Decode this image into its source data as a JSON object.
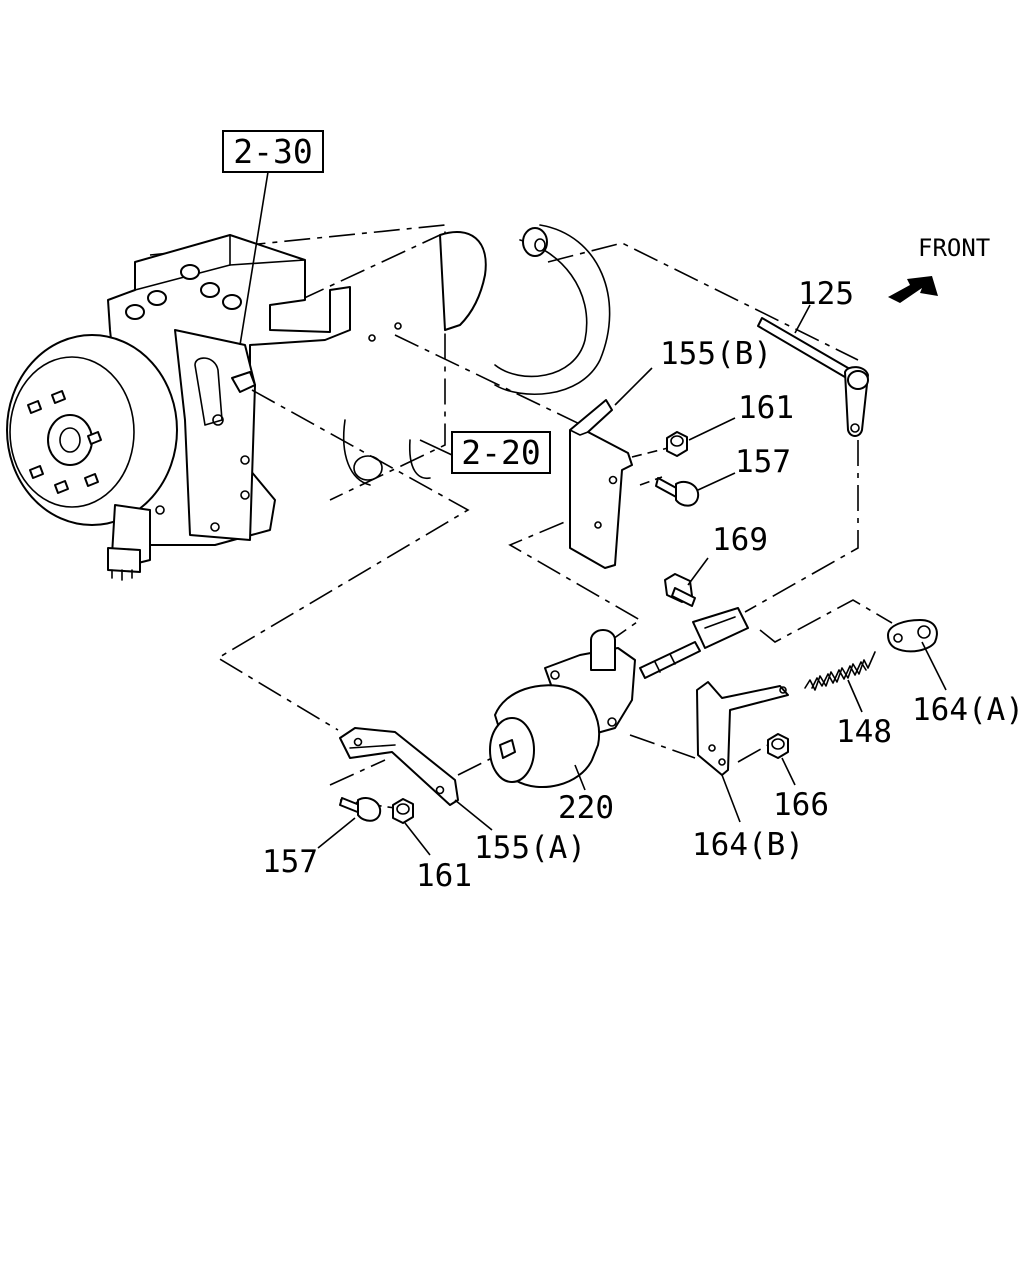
{
  "direction_label": "FRONT",
  "references": {
    "ref_a": "2-30",
    "ref_b": "2-20"
  },
  "callouts": {
    "c125": "125",
    "c155b": "155(B)",
    "c161_upper": "161",
    "c157_upper": "157",
    "c169": "169",
    "c164a": "164(A)",
    "c148": "148",
    "c220": "220",
    "c166": "166",
    "c164b": "164(B)",
    "c155a": "155(A)",
    "c157_lower": "157",
    "c161_lower": "161"
  },
  "colors": {
    "ink": "#000000",
    "paper": "#ffffff"
  }
}
